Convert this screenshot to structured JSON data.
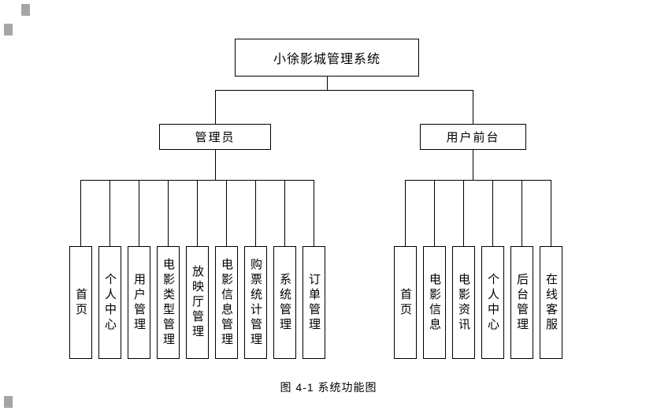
{
  "diagram": {
    "root": "小徐影城管理系统",
    "branches": [
      {
        "label": "管理员",
        "children": [
          "首页",
          "个人中心",
          "用户管理",
          "电影类型管理",
          "放映厅管理",
          "电影信息管理",
          "购票统计管理",
          "系统管理",
          "订单管理"
        ]
      },
      {
        "label": "用户前台",
        "children": [
          "首页",
          "电影信息",
          "电影资讯",
          "个人中心",
          "后台管理",
          "在线客服"
        ]
      }
    ],
    "caption": "图 4-1 系统功能图"
  }
}
